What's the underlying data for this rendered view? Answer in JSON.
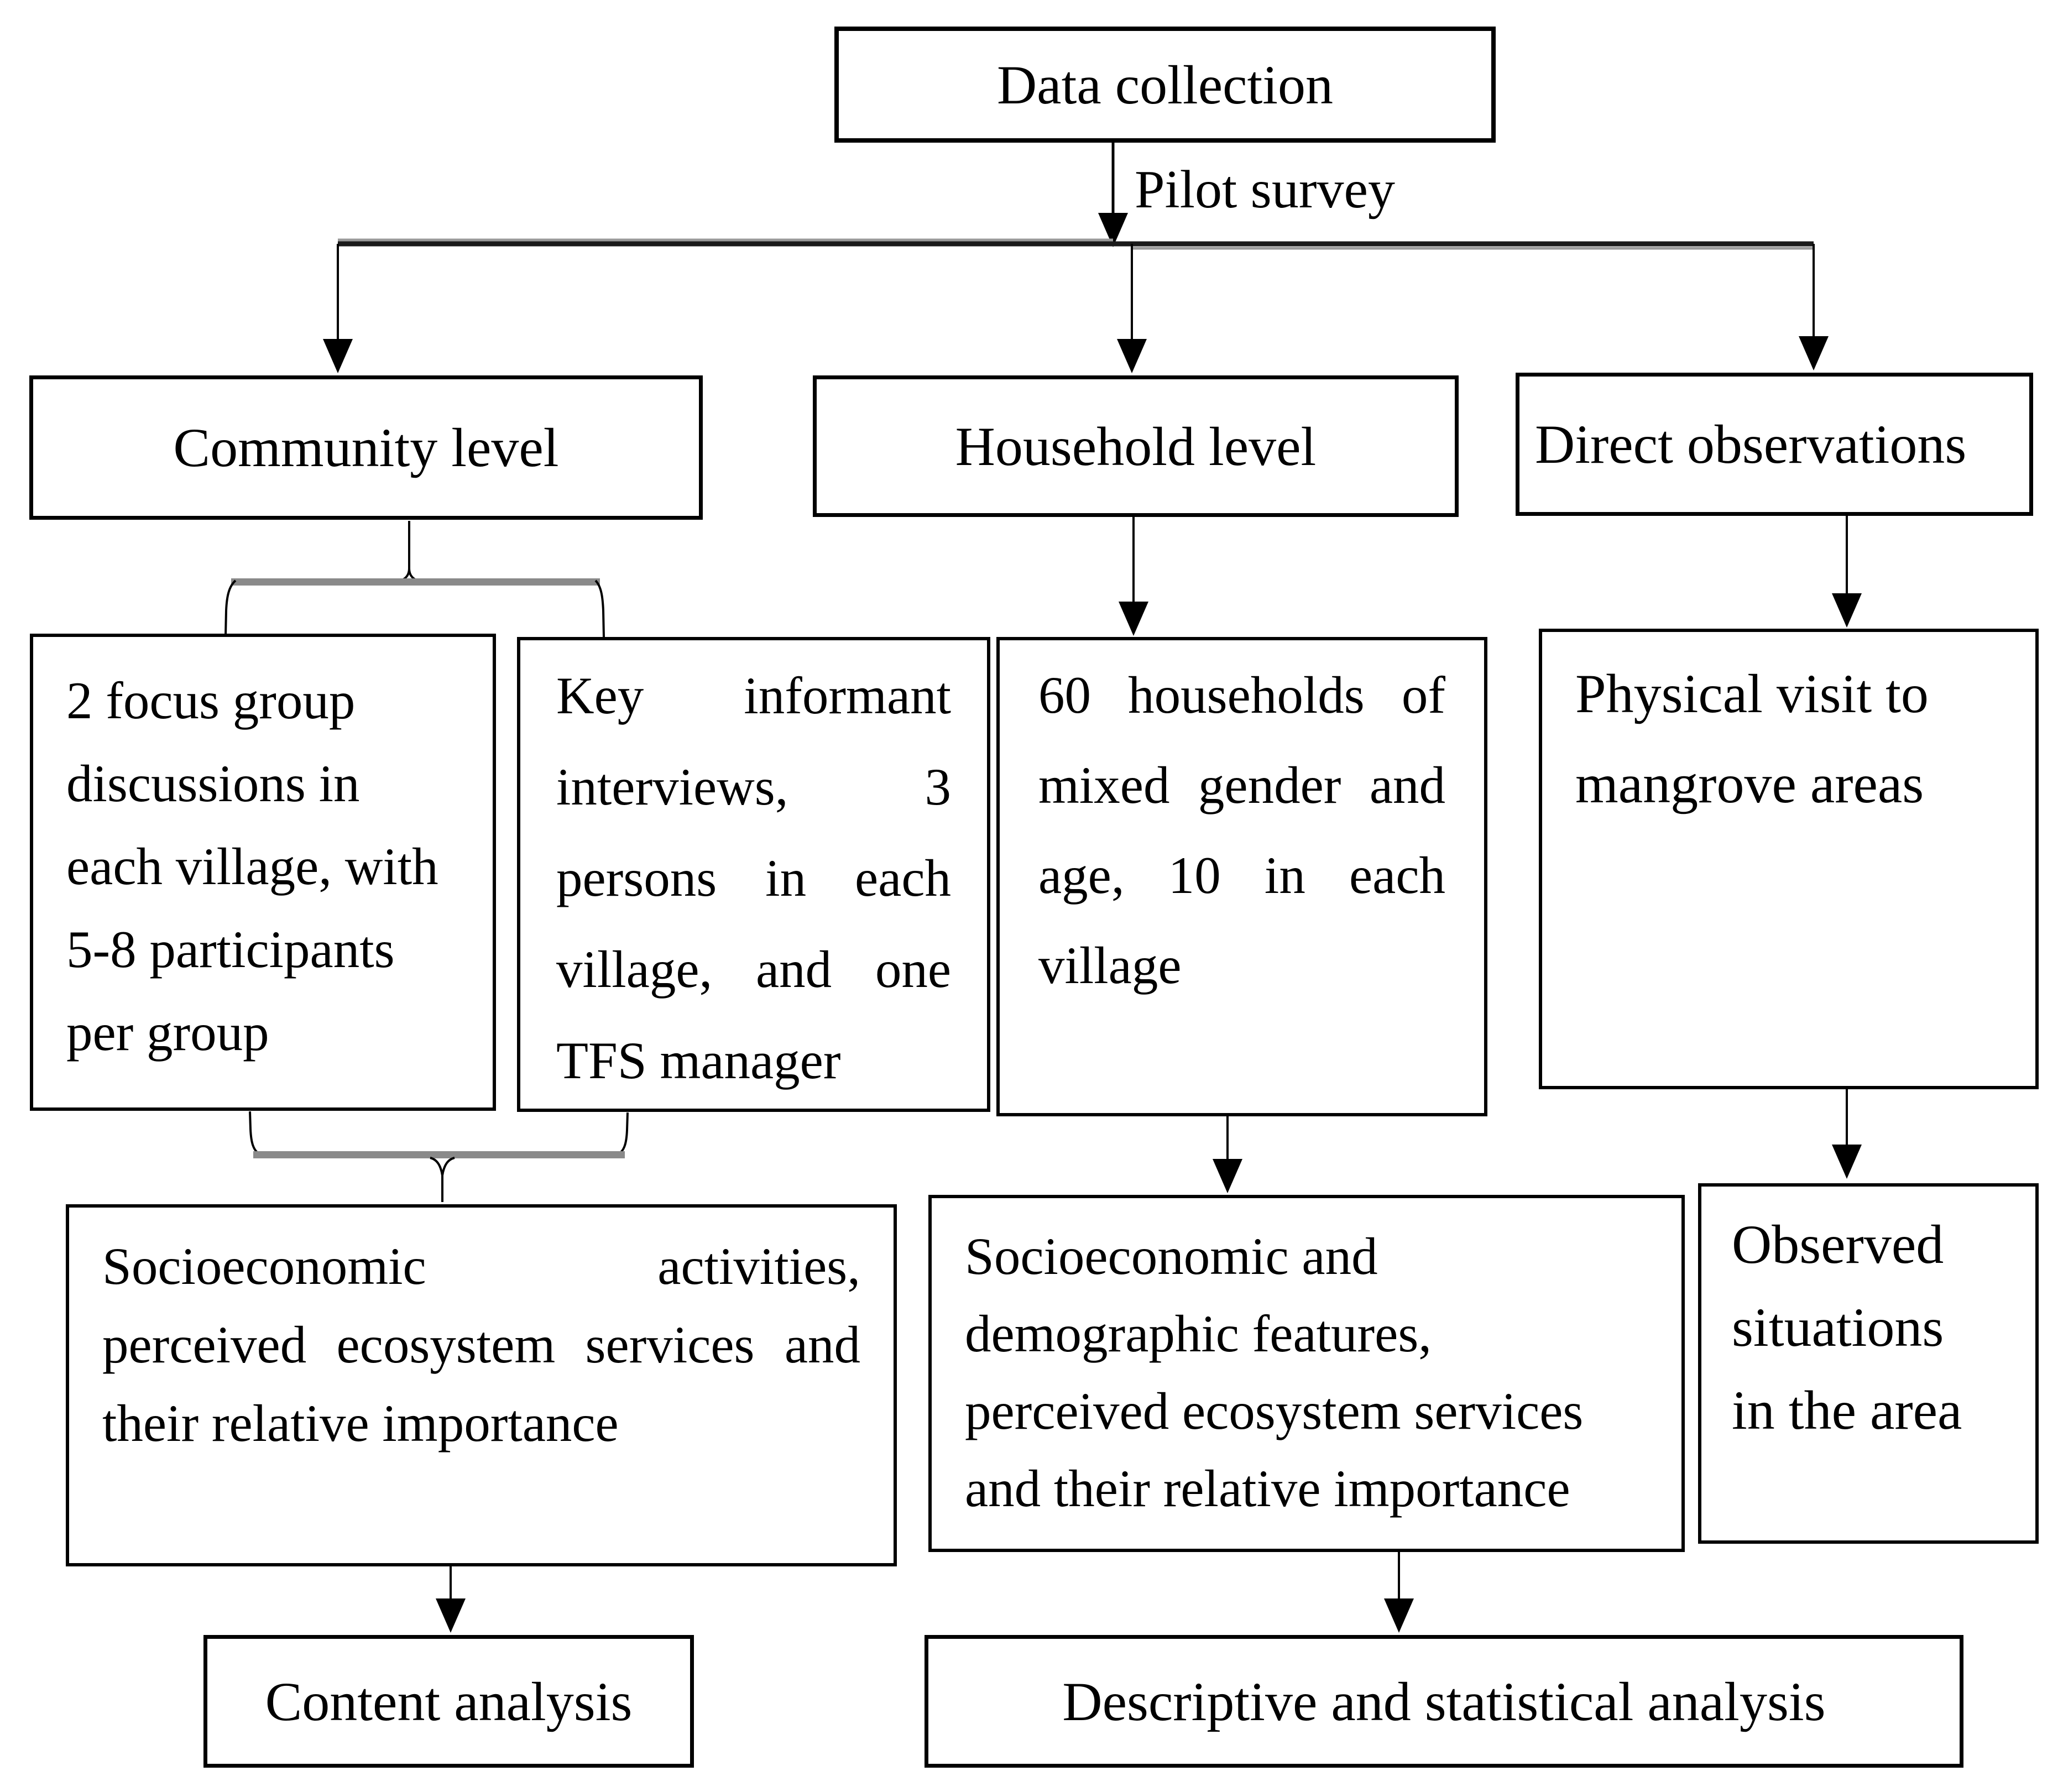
{
  "colors": {
    "background": "#ffffff",
    "box_border": "#000000",
    "text": "#000000",
    "connector_line": "#1a1a1a",
    "brace_bar": "#8a8a8a"
  },
  "diagram": {
    "data_collection": {
      "label": "Data collection"
    },
    "pilot_survey_label": "Pilot survey",
    "community_level": {
      "label": "Community level"
    },
    "household_level": {
      "label": "Household level"
    },
    "direct_observations": {
      "label": "Direct observations"
    },
    "focus_group_box": {
      "lines": [
        "2 focus group",
        "discussions in",
        "each village, with",
        "5-8 participants",
        "per group"
      ]
    },
    "key_informant_box": {
      "justified": true,
      "lines": [
        "Key informant",
        "interviews, 3",
        "persons in each",
        "village, and one",
        "TFS manager"
      ]
    },
    "households_box": {
      "justified": true,
      "lines": [
        "60 households of",
        "mixed gender and",
        "age, 10 in each",
        "village"
      ]
    },
    "physical_visit_box": {
      "lines": [
        "Physical visit to",
        "mangrove areas"
      ]
    },
    "socioeconomic_activities_box": {
      "justified": true,
      "lines": [
        "Socioeconomic activities,",
        "perceived ecosystem services and",
        "their relative importance"
      ]
    },
    "socioeconomic_demographic_box": {
      "lines": [
        "Socioeconomic and",
        "demographic features,",
        "perceived ecosystem services",
        "and their relative importance"
      ]
    },
    "observed_situations_box": {
      "lines": [
        "Observed",
        "situations",
        "in the area"
      ]
    },
    "content_analysis": {
      "label": "Content analysis"
    },
    "descriptive_analysis": {
      "label": "Descriptive and statistical analysis"
    }
  }
}
